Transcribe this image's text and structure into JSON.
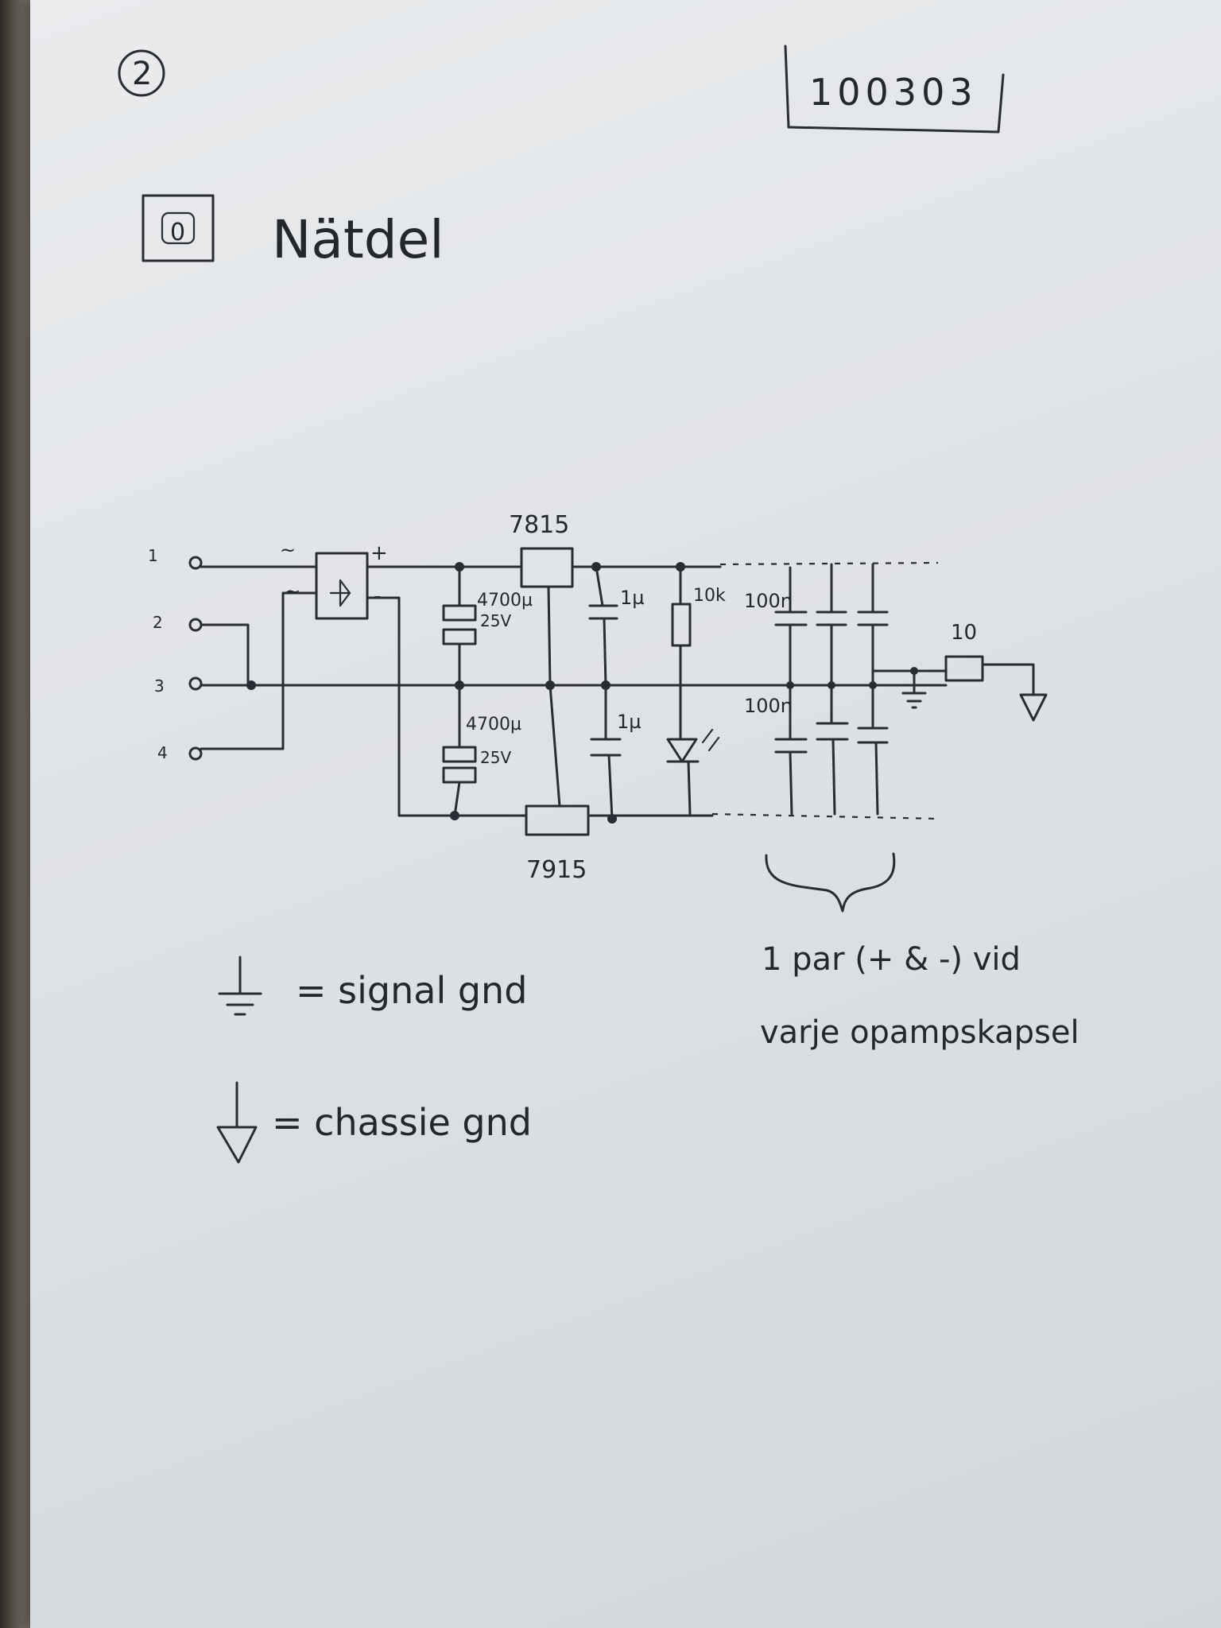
{
  "page": {
    "number": "2",
    "date": "100303",
    "section_number": "0",
    "title": "Nätdel"
  },
  "terminals": [
    "1",
    "2",
    "3",
    "4"
  ],
  "rectifier": {
    "ac_marks": [
      "~",
      "~"
    ],
    "plus": "+",
    "minus": "-"
  },
  "regulators": {
    "positive": "7815",
    "negative": "7915"
  },
  "capacitors": {
    "top_reservoir_value": "4700µ",
    "top_reservoir_voltage": "25V",
    "bottom_reservoir_value": "4700µ",
    "bottom_reservoir_voltage": "25V",
    "top_output": "1µ",
    "bottom_output": "1µ",
    "decoupling_top": "100n",
    "decoupling_bottom": "100n"
  },
  "resistors": {
    "led_resistor": "10k",
    "ground_link": "10"
  },
  "annotation": {
    "line1": "1 par (+ & -) vid",
    "line2": "varje opampskapsel"
  },
  "legend": {
    "signal_gnd": "= signal gnd",
    "chassis_gnd": "= chassie gnd"
  }
}
